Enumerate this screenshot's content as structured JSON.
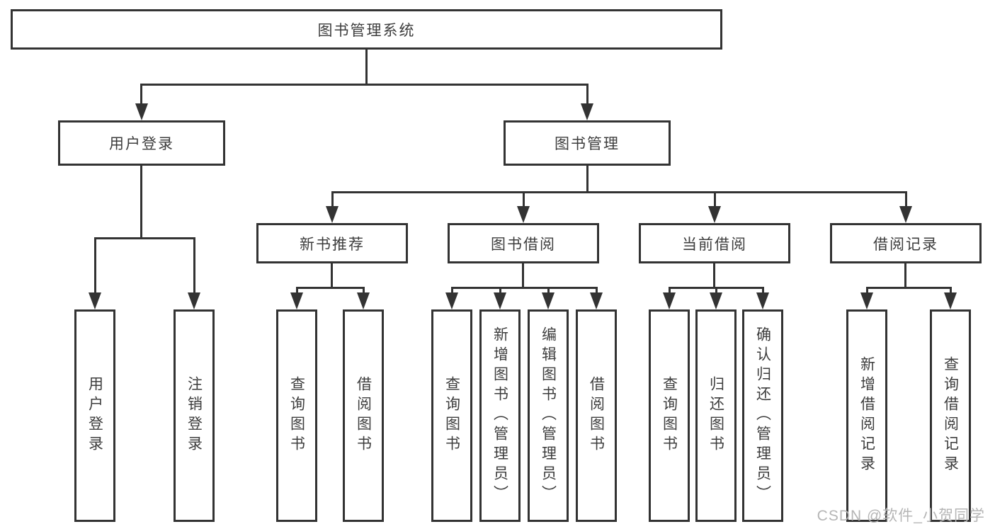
{
  "diagram": {
    "root": {
      "label": "图书管理系统"
    },
    "branches": [
      {
        "label": "用户登录",
        "children": [
          "用户登录",
          "注销登录"
        ]
      },
      {
        "label": "图书管理",
        "groups": [
          {
            "label": "新书推荐",
            "children": [
              "查询图书",
              "借阅图书"
            ]
          },
          {
            "label": "图书借阅",
            "children": [
              "查询图书",
              "新增图书（管理员）",
              "编辑图书（管理员）",
              "借阅图书"
            ]
          },
          {
            "label": "当前借阅",
            "children": [
              "查询图书",
              "归还图书",
              "确认归还（管理员）"
            ]
          },
          {
            "label": "借阅记录",
            "children": [
              "新增借阅记录",
              "查询借阅记录"
            ]
          }
        ]
      }
    ]
  },
  "watermark": {
    "text": "CSDN @软件_小贺同学"
  },
  "colors": {
    "line": "#333333",
    "text": "#3d3d3d",
    "watermark": "#b5b5b5",
    "background": "#ffffff"
  }
}
